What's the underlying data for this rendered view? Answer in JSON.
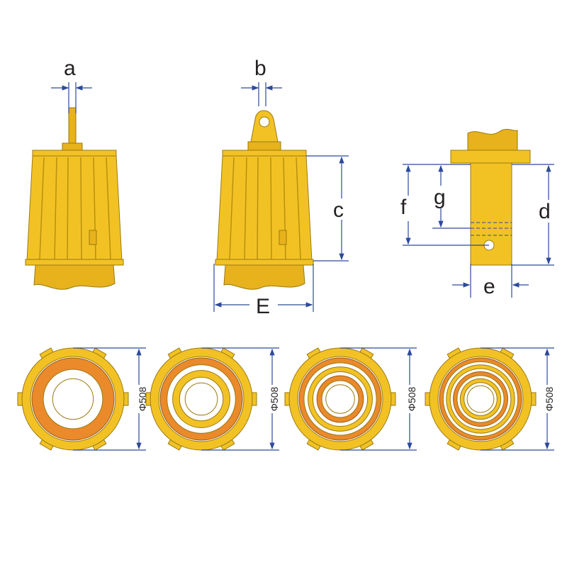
{
  "labels": {
    "a": "a",
    "b": "b",
    "c": "c",
    "d": "d",
    "e": "e",
    "f": "f",
    "g": "g",
    "E": "E"
  },
  "diameter_label": "Φ508",
  "colors": {
    "body": "#f2c225",
    "body_dark": "#e7b21c",
    "inner_ring": "#ea8a2a",
    "dimension_line": "#2d4a9a",
    "text": "#231f20"
  }
}
